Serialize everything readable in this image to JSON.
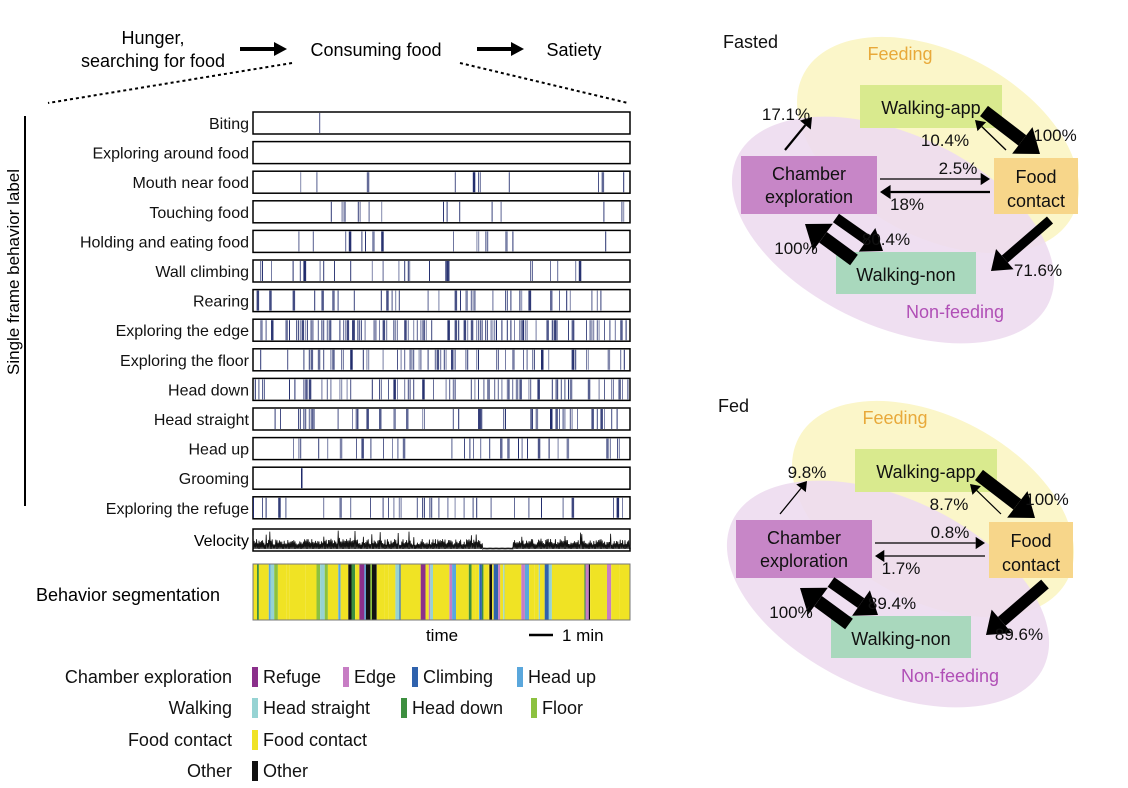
{
  "header": {
    "stage1_line1": "Hunger,",
    "stage1_line2": "searching for food",
    "stage2": "Consuming food",
    "stage3": "Satiety"
  },
  "raster": {
    "y_axis_label": "Single frame behavior label",
    "rows": [
      {
        "label": "Biting"
      },
      {
        "label": "Exploring around food"
      },
      {
        "label": "Mouth near food"
      },
      {
        "label": "Touching food"
      },
      {
        "label": "Holding and eating food"
      },
      {
        "label": "Wall climbing"
      },
      {
        "label": "Rearing"
      },
      {
        "label": "Exploring the edge"
      },
      {
        "label": "Exploring the floor"
      },
      {
        "label": "Head down"
      },
      {
        "label": "Head straight"
      },
      {
        "label": "Head up"
      },
      {
        "label": "Grooming"
      },
      {
        "label": "Exploring the refuge"
      }
    ],
    "velocity_label": "Velocity",
    "mark_color": "#1f2a6b"
  },
  "segmentation": {
    "label": "Behavior segmentation",
    "time_label": "time",
    "scale_label": "1 min",
    "palette": {
      "refuge": "#8b2f8b",
      "edge": "#c77dc4",
      "climbing": "#2f62ad",
      "head_up": "#5aa7dc",
      "head_straight": "#96d3d3",
      "head_down": "#3d8f3f",
      "floor": "#8cc13f",
      "food_contact": "#f0e324",
      "other": "#111111"
    }
  },
  "legend": {
    "groups": [
      {
        "group": "Chamber exploration",
        "items": [
          {
            "name": "Refuge",
            "color": "#8b2f8b"
          },
          {
            "name": "Edge",
            "color": "#c77dc4"
          },
          {
            "name": "Climbing",
            "color": "#2f62ad"
          },
          {
            "name": "Head up",
            "color": "#5aa7dc"
          }
        ]
      },
      {
        "group": "Walking",
        "items": [
          {
            "name": "Head straight",
            "color": "#96d3d3"
          },
          {
            "name": "Head down",
            "color": "#3d8f3f"
          },
          {
            "name": "Floor",
            "color": "#8cc13f"
          }
        ]
      },
      {
        "group": "Food contact",
        "items": [
          {
            "name": "Food contact",
            "color": "#f0e324"
          }
        ]
      },
      {
        "group": "Other",
        "items": [
          {
            "name": "Other",
            "color": "#111111"
          }
        ]
      }
    ]
  },
  "diagrams": [
    {
      "title": "Fasted",
      "feeding_label": "Feeding",
      "nonfeeding_label": "Non-feeding",
      "nodes": {
        "walking_app": "Walking-app",
        "chamber_line1": "Chamber",
        "chamber_line2": "exploration",
        "food_line1": "Food",
        "food_line2": "contact",
        "walking_non": "Walking-non"
      },
      "transitions": {
        "chamber_to_walkapp": {
          "label": "17.1%",
          "value": 17.1
        },
        "food_to_walkapp": {
          "label": "10.4%",
          "value": 10.4
        },
        "walkapp_to_food": {
          "label": "100%",
          "value": 100
        },
        "chamber_to_food": {
          "label": "2.5%",
          "value": 2.5
        },
        "food_to_chamber": {
          "label": "18%",
          "value": 18
        },
        "chamber_to_walknon": {
          "label": "80.4%",
          "value": 80.4
        },
        "walknon_to_chamber": {
          "label": "100%",
          "value": 100
        },
        "food_to_walknon": {
          "label": "71.6%",
          "value": 71.6
        }
      }
    },
    {
      "title": "Fed",
      "feeding_label": "Feeding",
      "nonfeeding_label": "Non-feeding",
      "nodes": {
        "walking_app": "Walking-app",
        "chamber_line1": "Chamber",
        "chamber_line2": "exploration",
        "food_line1": "Food",
        "food_line2": "contact",
        "walking_non": "Walking-non"
      },
      "transitions": {
        "chamber_to_walkapp": {
          "label": "9.8%",
          "value": 9.8
        },
        "food_to_walkapp": {
          "label": "8.7%",
          "value": 8.7
        },
        "walkapp_to_food": {
          "label": "100%",
          "value": 100
        },
        "chamber_to_food": {
          "label": "0.8%",
          "value": 0.8
        },
        "food_to_chamber": {
          "label": "1.7%",
          "value": 1.7
        },
        "chamber_to_walknon": {
          "label": "89.4%",
          "value": 89.4
        },
        "walknon_to_chamber": {
          "label": "100%",
          "value": 100
        },
        "food_to_walknon": {
          "label": "89.6%",
          "value": 89.6
        }
      }
    }
  ],
  "colors": {
    "feeding_ellipse": "#fbf6c9",
    "nonfeeding_ellipse": "#eddcef",
    "feeding_text": "#e8a93a",
    "nonfeeding_text": "#b04fb6",
    "walking_app_fill": "#d9ea8e",
    "chamber_fill": "#c786c7",
    "food_fill": "#f7d68a",
    "walking_non_fill": "#a9d8bd"
  }
}
